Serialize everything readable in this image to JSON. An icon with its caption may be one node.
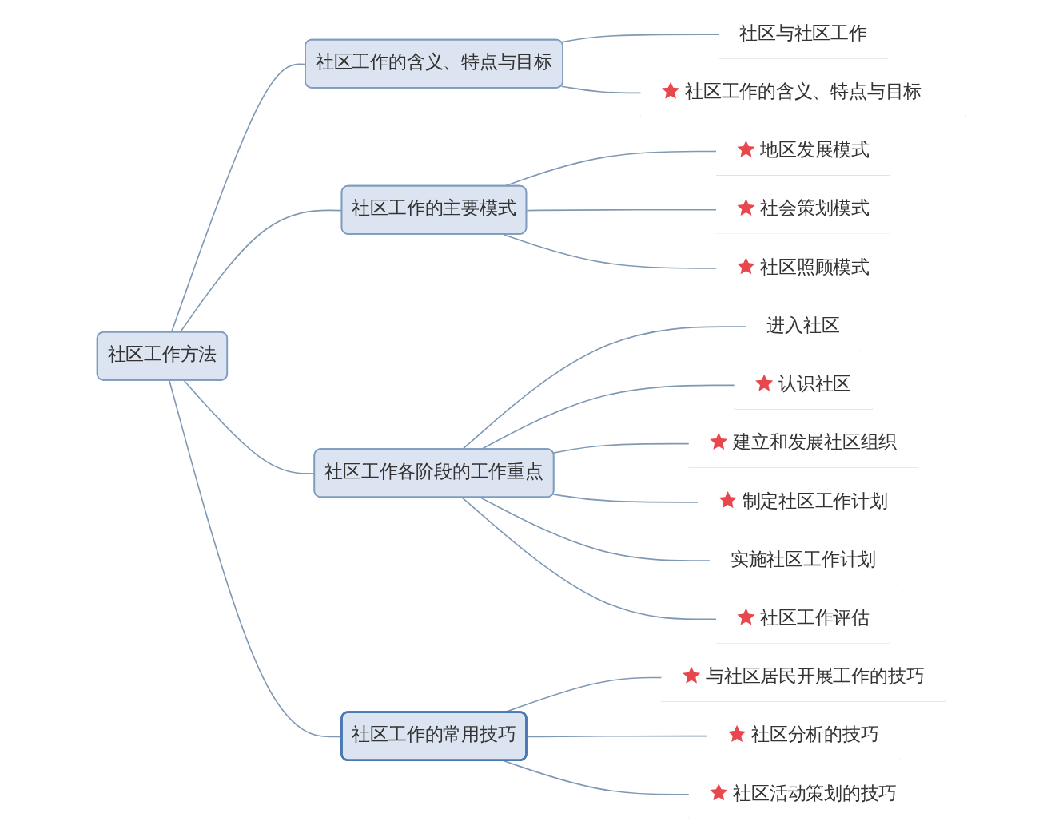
{
  "diagram": {
    "nodes": [
      {
        "text": [
          "社区工作方法"
        ]
      },
      {
        "text": [
          "社区工作的含义、特点与目标"
        ]
      },
      {
        "text": [
          "社区与社区工作"
        ]
      },
      {
        "text": [
          "社区工作的含义、特点与目标"
        ]
      },
      {
        "text": [
          "社区工作的主要模式"
        ]
      },
      {
        "text": [
          "地区发展模式"
        ]
      },
      {
        "text": [
          "社会策划模式"
        ]
      },
      {
        "text": [
          "社区照顾模式"
        ]
      },
      {
        "text": [
          "社区工作各阶段的工作重点"
        ]
      },
      {
        "text": [
          "进入社区"
        ]
      },
      {
        "text": [
          "认识社区"
        ]
      },
      {
        "text": [
          "建立和发展社区组织"
        ]
      },
      {
        "text": [
          "制定社区工作计划"
        ]
      },
      {
        "text": [
          "实施社区工作计划"
        ]
      },
      {
        "text": [
          "社区工作评估"
        ]
      },
      {
        "text": [
          "社区工作的常用技巧"
        ]
      },
      {
        "text": [
          "与社区居民开展工作的技巧"
        ]
      },
      {
        "text": [
          "社区分析的技巧"
        ]
      },
      {
        "text": [
          "社区活动策划的技巧"
        ]
      }
    ],
    "edges": [
      {
        "from": 0,
        "to": 1,
        "arrow": "none"
      },
      {
        "from": 1,
        "to": 2,
        "arrow": "none"
      },
      {
        "from": 1,
        "to": 3,
        "arrow": "none"
      },
      {
        "from": 0,
        "to": 4,
        "arrow": "none"
      },
      {
        "from": 4,
        "to": 5,
        "arrow": "none"
      },
      {
        "from": 4,
        "to": 6,
        "arrow": "none"
      },
      {
        "from": 4,
        "to": 7,
        "arrow": "none"
      },
      {
        "from": 0,
        "to": 8,
        "arrow": "none"
      },
      {
        "from": 8,
        "to": 9,
        "arrow": "none"
      },
      {
        "from": 8,
        "to": 10,
        "arrow": "none"
      },
      {
        "from": 8,
        "to": 11,
        "arrow": "none"
      },
      {
        "from": 8,
        "to": 12,
        "arrow": "none"
      },
      {
        "from": 8,
        "to": 13,
        "arrow": "none"
      },
      {
        "from": 8,
        "to": 14,
        "arrow": "none"
      },
      {
        "from": 0,
        "to": 15,
        "arrow": "none"
      },
      {
        "from": 15,
        "to": 16,
        "arrow": "none"
      },
      {
        "from": 15,
        "to": 17,
        "arrow": "none"
      },
      {
        "from": 15,
        "to": 18,
        "arrow": "none"
      }
    ]
  }
}
